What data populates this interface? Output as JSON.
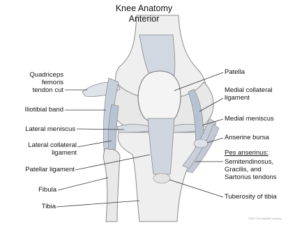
{
  "title": {
    "line1": "Knee Anatomy",
    "line2": "Anterior"
  },
  "labels_left": {
    "quadriceps": [
      "Quadriceps",
      "femoris",
      "tendon cut"
    ],
    "iliotibial_band": "Iliotibial band",
    "lateral_meniscus": "Lateral meniscus",
    "lateral_collateral": [
      "Lateral collateral",
      "ligament"
    ],
    "patellar_ligament": "Patellar ligament",
    "fibula": "Fibula",
    "tibia": "Tibia"
  },
  "labels_right": {
    "patella": "Patella",
    "medial_collateral": [
      "Medial collateral",
      "ligament"
    ],
    "medial_meniscus": "Medial meniscus",
    "anserine_bursa": "Anserine bursa",
    "pes_anserinus": "Pes anserinus:",
    "pes_tendons": [
      "Semitendinosus,",
      "Gracilis, and",
      "Sartorius tendons"
    ],
    "tuberosity": "Tuberosity of tibia"
  },
  "copyright": "©2007 The StayWell Company",
  "colors": {
    "bone": "#efefef",
    "bone_outline": "#8a8a8a",
    "ligament": "#b7c3d3",
    "tendon": "#c9cfd8",
    "leader": "#333333"
  }
}
